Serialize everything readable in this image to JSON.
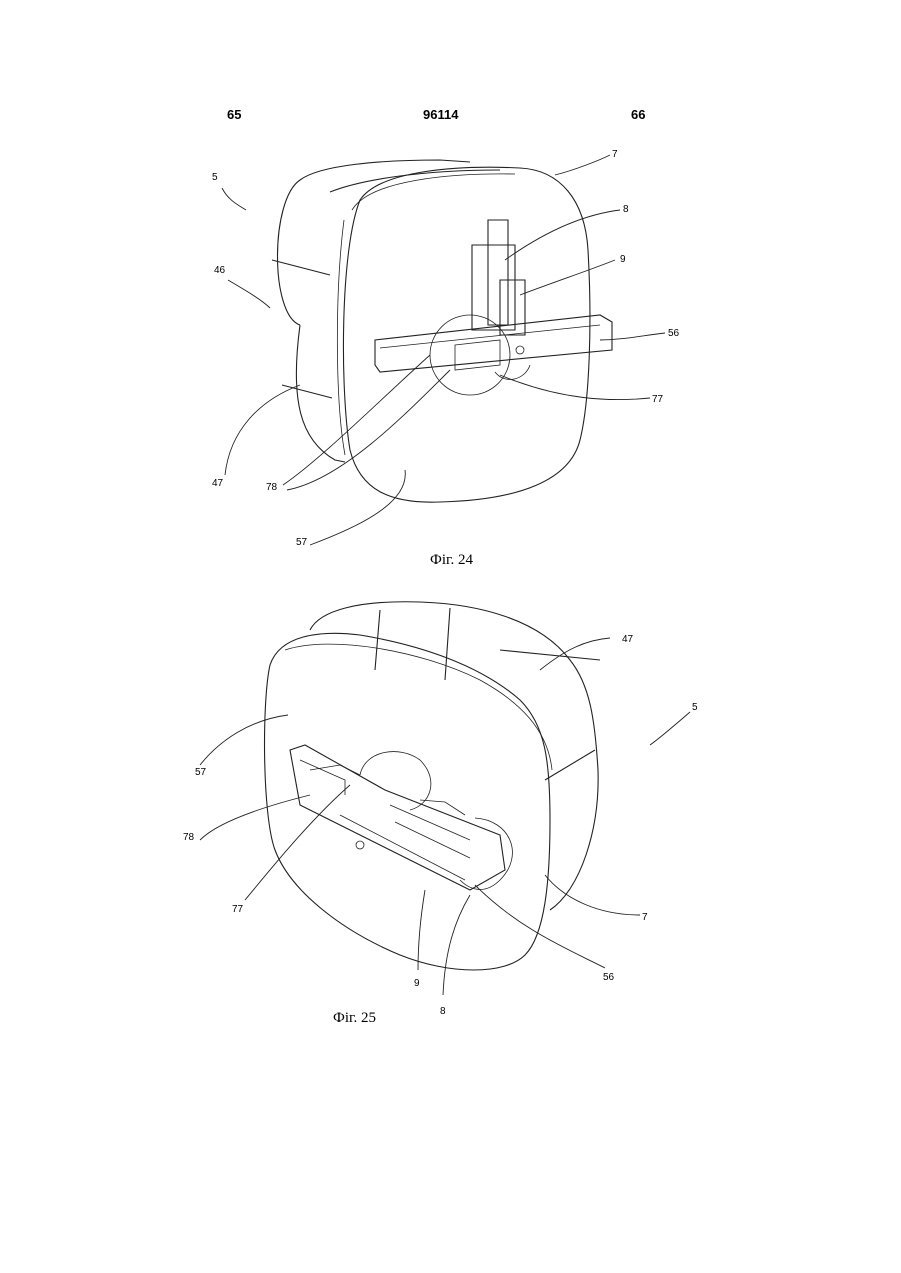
{
  "header": {
    "page_left": "65",
    "doc_number": "96114",
    "page_right": "66"
  },
  "figures": [
    {
      "caption": "Фіг. 24",
      "labels": {
        "l5": "5",
        "l7": "7",
        "l8": "8",
        "l9": "9",
        "l46": "46",
        "l56": "56",
        "l77": "77",
        "l47": "47",
        "l78": "78",
        "l57": "57"
      }
    },
    {
      "caption": "Фіг. 25",
      "labels": {
        "l47": "47",
        "l5": "5",
        "l57": "57",
        "l78": "78",
        "l77": "77",
        "l9": "9",
        "l8": "8",
        "l7": "7",
        "l56": "56"
      }
    }
  ]
}
